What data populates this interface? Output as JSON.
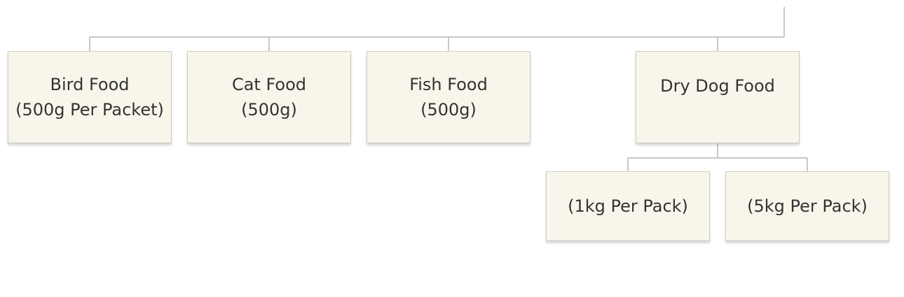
{
  "diagram": {
    "nodes": [
      {
        "id": "bird",
        "lines": [
          "Bird Food",
          "(500g Per Packet)"
        ]
      },
      {
        "id": "cat",
        "lines": [
          "Cat Food",
          "(500g)"
        ]
      },
      {
        "id": "fish",
        "lines": [
          "Fish Food",
          "(500g)"
        ]
      },
      {
        "id": "dog",
        "lines": [
          "Dry Dog Food"
        ]
      },
      {
        "id": "dog-1kg",
        "lines": [
          "(1kg Per Pack)"
        ]
      },
      {
        "id": "dog-5kg",
        "lines": [
          "(5kg Per Pack)"
        ]
      }
    ],
    "edges": [
      {
        "from": "root",
        "to": "bird"
      },
      {
        "from": "root",
        "to": "cat"
      },
      {
        "from": "root",
        "to": "fish"
      },
      {
        "from": "root",
        "to": "dog"
      },
      {
        "from": "dog",
        "to": "dog-1kg"
      },
      {
        "from": "dog",
        "to": "dog-5kg"
      }
    ],
    "colors": {
      "node_fill": "#f8f6ea",
      "node_border": "#cfcdc4",
      "connector": "#c8c8c8",
      "text": "#333333"
    }
  }
}
